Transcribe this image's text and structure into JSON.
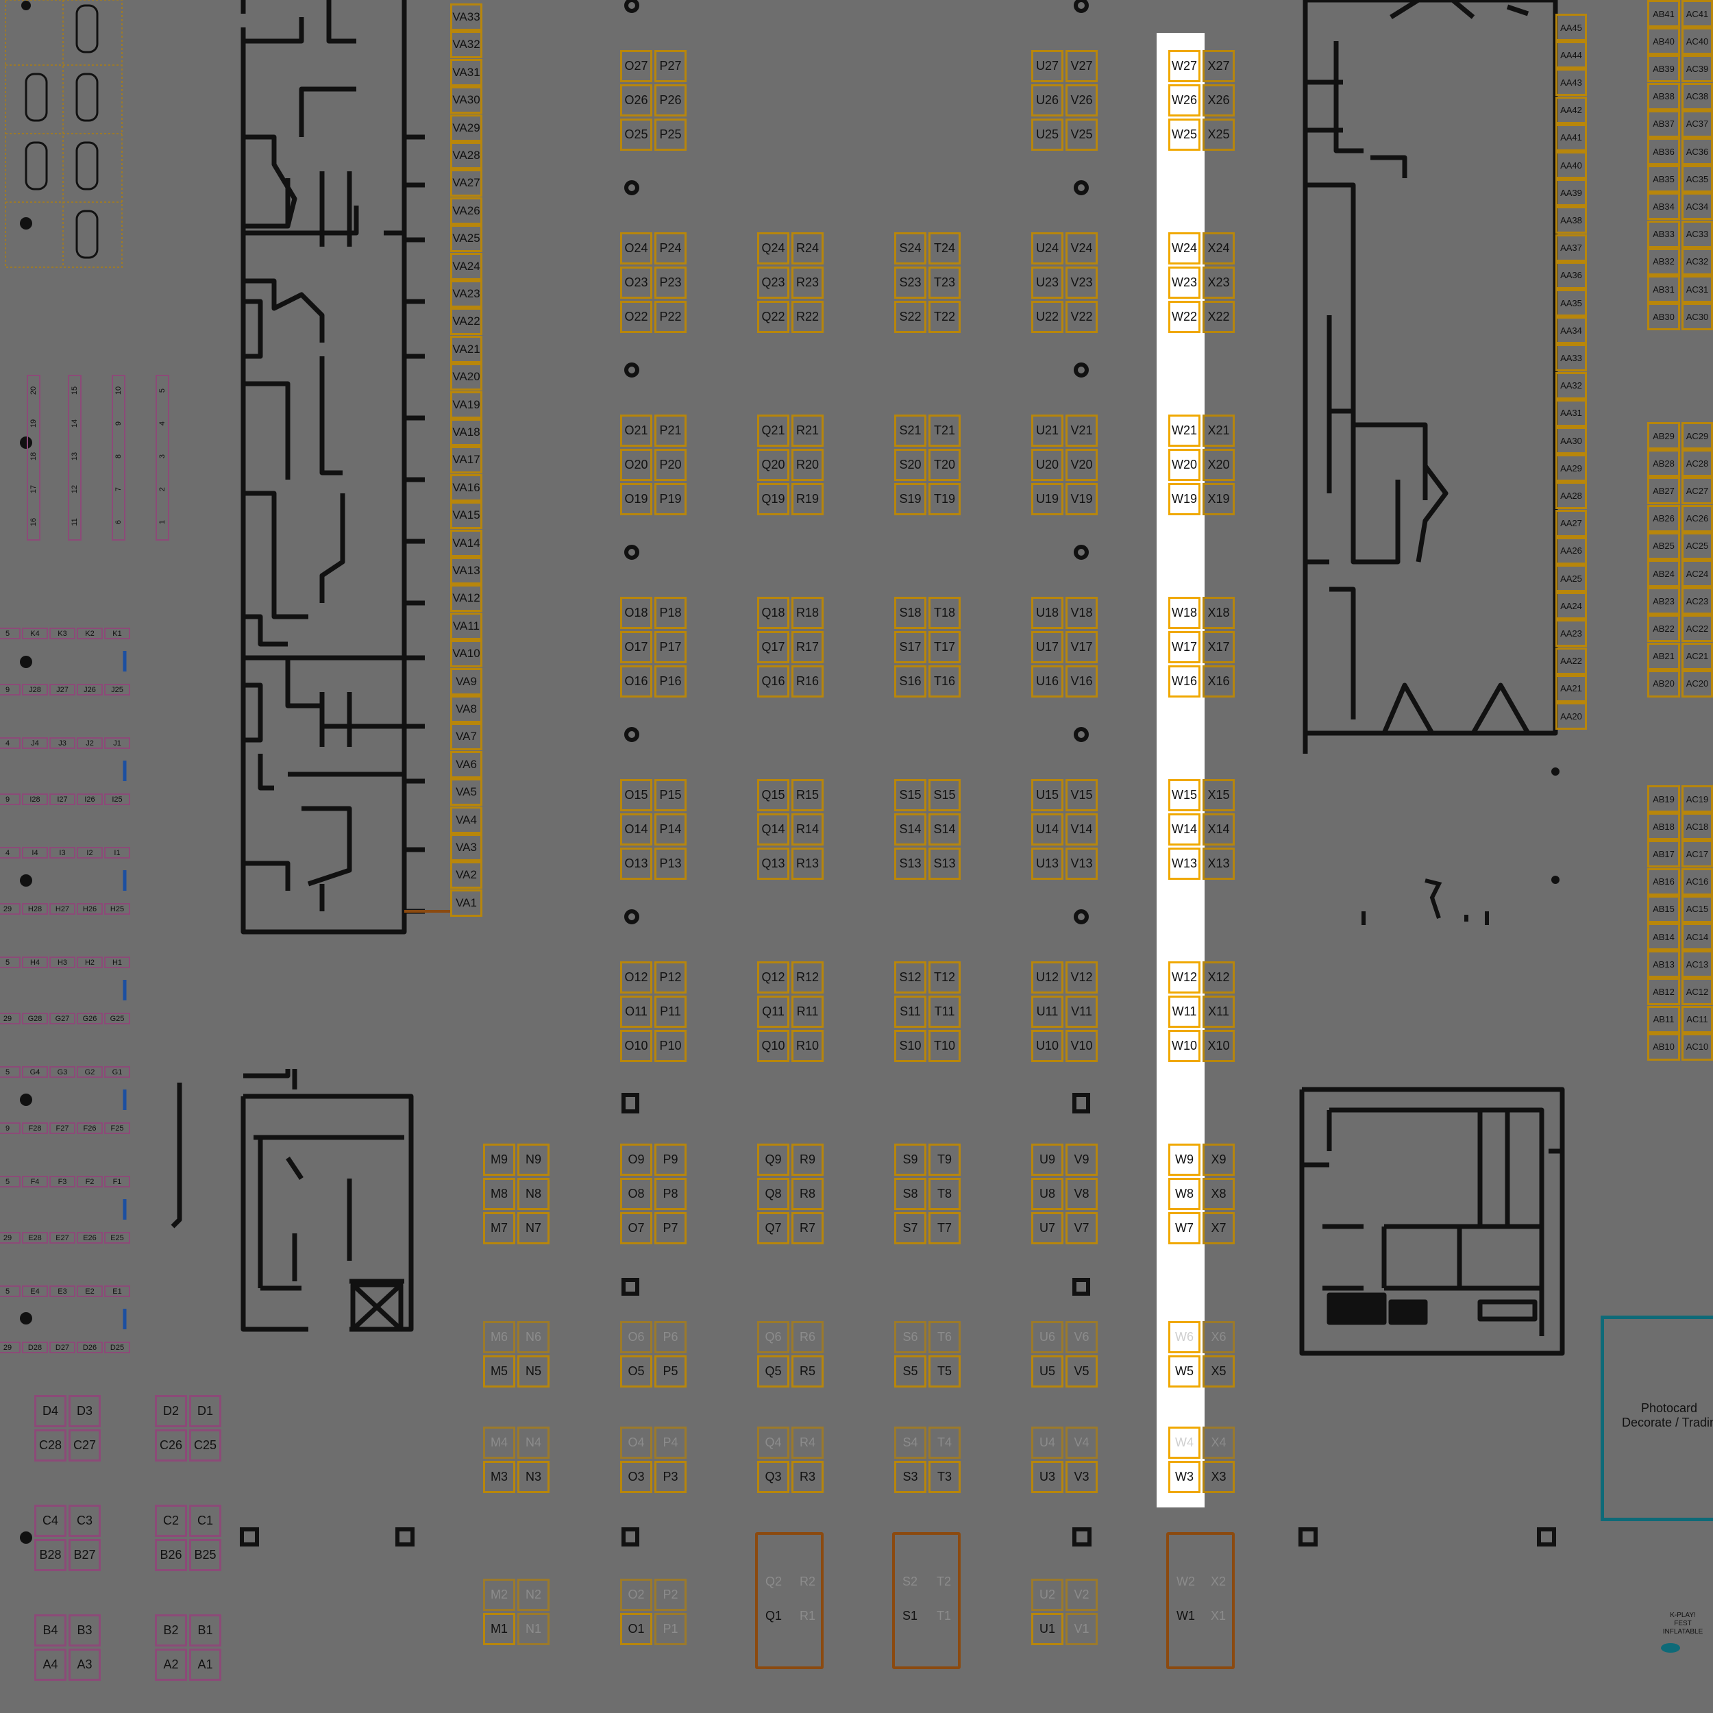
{
  "map": {
    "background": "#6e6e6e",
    "booth_border_color": "#b8860b",
    "highlight_color": "#ffffff",
    "highlight_column": "W"
  },
  "grid_blocks": [
    {
      "rows": [
        "27",
        "26",
        "25"
      ],
      "pairs": [
        [
          "O",
          "P"
        ],
        [
          "U",
          "V"
        ],
        [
          "W",
          "X"
        ]
      ]
    },
    {
      "rows": [
        "24",
        "23",
        "22"
      ],
      "pairs": [
        [
          "O",
          "P"
        ],
        [
          "Q",
          "R"
        ],
        [
          "S",
          "T"
        ],
        [
          "U",
          "V"
        ],
        [
          "W",
          "X"
        ]
      ]
    },
    {
      "rows": [
        "21",
        "20",
        "19"
      ],
      "pairs": [
        [
          "O",
          "P"
        ],
        [
          "Q",
          "R"
        ],
        [
          "S",
          "T"
        ],
        [
          "U",
          "V"
        ],
        [
          "W",
          "X"
        ]
      ]
    },
    {
      "rows": [
        "18",
        "17",
        "16"
      ],
      "pairs": [
        [
          "O",
          "P"
        ],
        [
          "Q",
          "R"
        ],
        [
          "S",
          "T"
        ],
        [
          "U",
          "V"
        ],
        [
          "W",
          "X"
        ]
      ]
    },
    {
      "rows": [
        "15",
        "14",
        "13"
      ],
      "pairs": [
        [
          "O",
          "P"
        ],
        [
          "Q",
          "R"
        ],
        [
          "S",
          "S"
        ],
        [
          "U",
          "V"
        ],
        [
          "W",
          "X"
        ]
      ]
    },
    {
      "rows": [
        "12",
        "11",
        "10"
      ],
      "pairs": [
        [
          "O",
          "P"
        ],
        [
          "Q",
          "R"
        ],
        [
          "S",
          "T"
        ],
        [
          "U",
          "V"
        ],
        [
          "W",
          "X"
        ]
      ]
    },
    {
      "rows": [
        "9",
        "8",
        "7"
      ],
      "pairs": [
        [
          "M",
          "N"
        ],
        [
          "O",
          "P"
        ],
        [
          "Q",
          "R"
        ],
        [
          "S",
          "T"
        ],
        [
          "U",
          "V"
        ],
        [
          "W",
          "X"
        ]
      ]
    }
  ],
  "faded_blocks": [
    {
      "labels": [
        [
          "M6",
          "N6"
        ],
        [
          "M5",
          "N5"
        ]
      ],
      "faded": [
        true,
        true,
        false,
        false
      ]
    },
    {
      "labels": [
        [
          "O6",
          "P6"
        ],
        [
          "O5",
          "P5"
        ]
      ],
      "faded": [
        true,
        true,
        false,
        false
      ]
    },
    {
      "labels": [
        [
          "Q6",
          "R6"
        ],
        [
          "Q5",
          "R5"
        ]
      ],
      "faded": [
        true,
        true,
        false,
        false
      ]
    },
    {
      "labels": [
        [
          "S6",
          "T6"
        ],
        [
          "S5",
          "T5"
        ]
      ],
      "faded": [
        true,
        true,
        false,
        false
      ]
    },
    {
      "labels": [
        [
          "U6",
          "V6"
        ],
        [
          "U5",
          "V5"
        ]
      ],
      "faded": [
        true,
        true,
        false,
        false
      ]
    },
    {
      "labels": [
        [
          "W6",
          "X6"
        ],
        [
          "W5",
          "X5"
        ]
      ],
      "faded": [
        true,
        true,
        false,
        false
      ]
    },
    {
      "labels": [
        [
          "M4",
          "N4"
        ],
        [
          "M3",
          "N3"
        ]
      ],
      "faded": [
        true,
        true,
        false,
        false
      ]
    },
    {
      "labels": [
        [
          "O4",
          "P4"
        ],
        [
          "O3",
          "P3"
        ]
      ],
      "faded": [
        true,
        true,
        false,
        false
      ]
    },
    {
      "labels": [
        [
          "Q4",
          "R4"
        ],
        [
          "Q3",
          "R3"
        ]
      ],
      "faded": [
        true,
        true,
        false,
        false
      ]
    },
    {
      "labels": [
        [
          "S4",
          "T4"
        ],
        [
          "S3",
          "T3"
        ]
      ],
      "faded": [
        true,
        true,
        false,
        false
      ]
    },
    {
      "labels": [
        [
          "U4",
          "V4"
        ],
        [
          "U3",
          "V3"
        ]
      ],
      "faded": [
        true,
        true,
        false,
        false
      ]
    },
    {
      "labels": [
        [
          "W4",
          "X4"
        ],
        [
          "W3",
          "X3"
        ]
      ],
      "faded": [
        true,
        true,
        false,
        false
      ]
    },
    {
      "labels": [
        [
          "M2",
          "N2"
        ],
        [
          "M1",
          "N1"
        ]
      ],
      "faded": [
        true,
        true,
        false,
        true
      ]
    },
    {
      "labels": [
        [
          "O2",
          "P2"
        ],
        [
          "O1",
          "P1"
        ]
      ],
      "faded": [
        true,
        true,
        false,
        true
      ]
    },
    {
      "labels": [
        [
          "U2",
          "V2"
        ],
        [
          "U1",
          "V1"
        ]
      ],
      "faded": [
        true,
        true,
        false,
        true
      ]
    }
  ],
  "tall_blocks": [
    {
      "labels": [
        [
          "Q2",
          "R2"
        ],
        [
          "Q1",
          "R1"
        ]
      ],
      "faded": [
        true,
        true,
        false,
        true
      ]
    },
    {
      "labels": [
        [
          "S2",
          "T2"
        ],
        [
          "S1",
          "T1"
        ]
      ],
      "faded": [
        true,
        true,
        false,
        true
      ]
    },
    {
      "labels": [
        [
          "W2",
          "X2"
        ],
        [
          "W1",
          "X1"
        ]
      ],
      "faded": [
        true,
        true,
        false,
        true
      ]
    }
  ],
  "va_column": [
    "VA33",
    "VA32",
    "VA31",
    "VA30",
    "VA29",
    "VA28",
    "VA27",
    "VA26",
    "VA25",
    "VA24",
    "VA23",
    "VA22",
    "VA21",
    "VA20",
    "VA19",
    "VA18",
    "VA17",
    "VA16",
    "VA15",
    "VA14",
    "VA13",
    "VA12",
    "VA11",
    "VA10",
    "VA9",
    "VA8",
    "VA7",
    "VA6",
    "VA5",
    "VA4",
    "VA3",
    "VA2",
    "VA1"
  ],
  "aa_column": [
    "AA45",
    "AA44",
    "AA43",
    "AA42",
    "AA41",
    "AA40",
    "AA39",
    "AA38",
    "AA37",
    "AA36",
    "AA35",
    "AA34",
    "AA33",
    "AA32",
    "AA31",
    "AA30",
    "AA29",
    "AA28",
    "AA27",
    "AA26",
    "AA25",
    "AA24",
    "AA23",
    "AA22",
    "AA21",
    "AA20"
  ],
  "ab_groups": [
    {
      "ab": [
        "AB41",
        "AB40",
        "AB39",
        "AB38",
        "AB37",
        "AB36",
        "AB35",
        "AB34",
        "AB33",
        "AB32",
        "AB31",
        "AB30"
      ],
      "ac": [
        "AC41",
        "AC40",
        "AC39",
        "AC38",
        "AC37",
        "AC36",
        "AC35",
        "AC34",
        "AC33",
        "AC32",
        "AC31",
        "AC30"
      ]
    },
    {
      "ab": [
        "AB29",
        "AB28",
        "AB27",
        "AB26",
        "AB25",
        "AB24",
        "AB23",
        "AB22",
        "AB21",
        "AB20"
      ],
      "ac": [
        "AC29",
        "AC28",
        "AC27",
        "AC26",
        "AC25",
        "AC24",
        "AC23",
        "AC22",
        "AC21",
        "AC20"
      ]
    },
    {
      "ab": [
        "AB19",
        "AB18",
        "AB17",
        "AB16",
        "AB15",
        "AB14",
        "AB13",
        "AB12",
        "AB11",
        "AB10"
      ],
      "ac": [
        "AC19",
        "AC18",
        "AC17",
        "AC16",
        "AC15",
        "AC14",
        "AC13",
        "AC12",
        "AC11",
        "AC10"
      ]
    }
  ],
  "left_rows": [
    [
      "5",
      "K4",
      "K3",
      "K2",
      "K1"
    ],
    [
      "9",
      "J28",
      "J27",
      "J26",
      "J25"
    ],
    [
      "4",
      "J4",
      "J3",
      "J2",
      "J1"
    ],
    [
      "9",
      "I28",
      "I27",
      "I26",
      "I25"
    ],
    [
      "4",
      "I4",
      "I3",
      "I2",
      "I1"
    ],
    [
      "29",
      "H28",
      "H27",
      "H26",
      "H25"
    ],
    [
      "5",
      "H4",
      "H3",
      "H2",
      "H1"
    ],
    [
      "29",
      "G28",
      "G27",
      "G26",
      "G25"
    ],
    [
      "5",
      "G4",
      "G3",
      "G2",
      "G1"
    ],
    [
      "9",
      "F28",
      "F27",
      "F26",
      "F25"
    ],
    [
      "5",
      "F4",
      "F3",
      "F2",
      "F1"
    ],
    [
      "29",
      "E28",
      "E27",
      "E26",
      "E25"
    ],
    [
      "5",
      "E4",
      "E3",
      "E2",
      "E1"
    ],
    [
      "29",
      "D28",
      "D27",
      "D26",
      "D25"
    ]
  ],
  "vertical_numbers": [
    [
      "20",
      "19",
      "18",
      "17",
      "16"
    ],
    [
      "15",
      "14",
      "13",
      "12",
      "11"
    ],
    [
      "10",
      "9",
      "8",
      "7",
      "6"
    ],
    [
      "5",
      "4",
      "3",
      "2",
      "1"
    ]
  ],
  "purple_blocks": [
    [
      [
        "D4",
        "D3"
      ],
      [
        "C28",
        "C27"
      ]
    ],
    [
      [
        "D2",
        "D1"
      ],
      [
        "C26",
        "C25"
      ]
    ],
    [
      [
        "C4",
        "C3"
      ],
      [
        "B28",
        "B27"
      ]
    ],
    [
      [
        "C2",
        "C1"
      ],
      [
        "B26",
        "B25"
      ]
    ],
    [
      [
        "B4",
        "B3"
      ],
      [
        "A4",
        "A3"
      ]
    ],
    [
      [
        "B2",
        "B1"
      ],
      [
        "A2",
        "A1"
      ]
    ]
  ],
  "photocard": {
    "line1": "Photocard",
    "line2": "Decorate / Tradin"
  },
  "kplay": {
    "line1": "K-PLAY!",
    "line2": "FEST",
    "line3": "INFLATABLE"
  }
}
